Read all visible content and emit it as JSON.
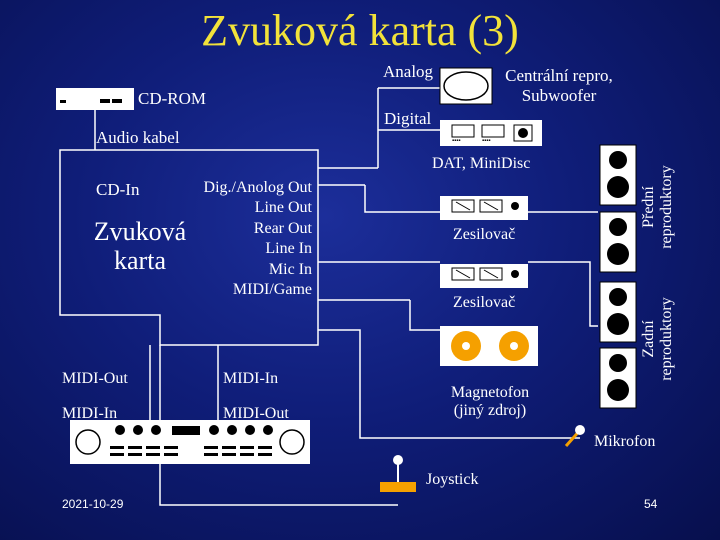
{
  "slide": {
    "title": "Zvuková karta (3)",
    "date": "2021-10-29",
    "page_number": "54"
  },
  "labels": {
    "analog": "Analog",
    "central_speaker": "Centrální repro,\nSubwoofer",
    "cdrom": "CD-ROM",
    "digital": "Digital",
    "audio_cable": "Audio kabel",
    "dat_minidisc": "DAT, MiniDisc",
    "cd_in": "CD-In",
    "card_name": "Zvuková\nkarta",
    "ports": "Dig./Anolog Out\nLine Out\nRear Out\nLine In\nMic In\nMIDI/Game",
    "amplifier_1": "Zesilovač",
    "amplifier_2": "Zesilovač",
    "front_speakers": "Přední\nreproduktory",
    "rear_speakers": "Zadní\nreproduktory",
    "midi_out_left": "MIDI-Out",
    "midi_in_right": "MIDI-In",
    "midi_in_left": "MIDI-In",
    "midi_out_right": "MIDI-Out",
    "tape_deck": "Magnetofon\n(jiný zdroj)",
    "microphone": "Mikrofon",
    "joystick": "Joystick"
  },
  "colors": {
    "background": "#0f1d78",
    "title": "#f2e23a",
    "text": "#ffffff",
    "line": "#ffffff",
    "reel": "#f5a000"
  },
  "icons": [
    "cdrom-drive-icon",
    "central-speaker-icon",
    "dat-deck-icon",
    "amplifier-icon",
    "speaker-icon",
    "tape-deck-icon",
    "keyboard-icon",
    "microphone-icon",
    "joystick-icon"
  ]
}
